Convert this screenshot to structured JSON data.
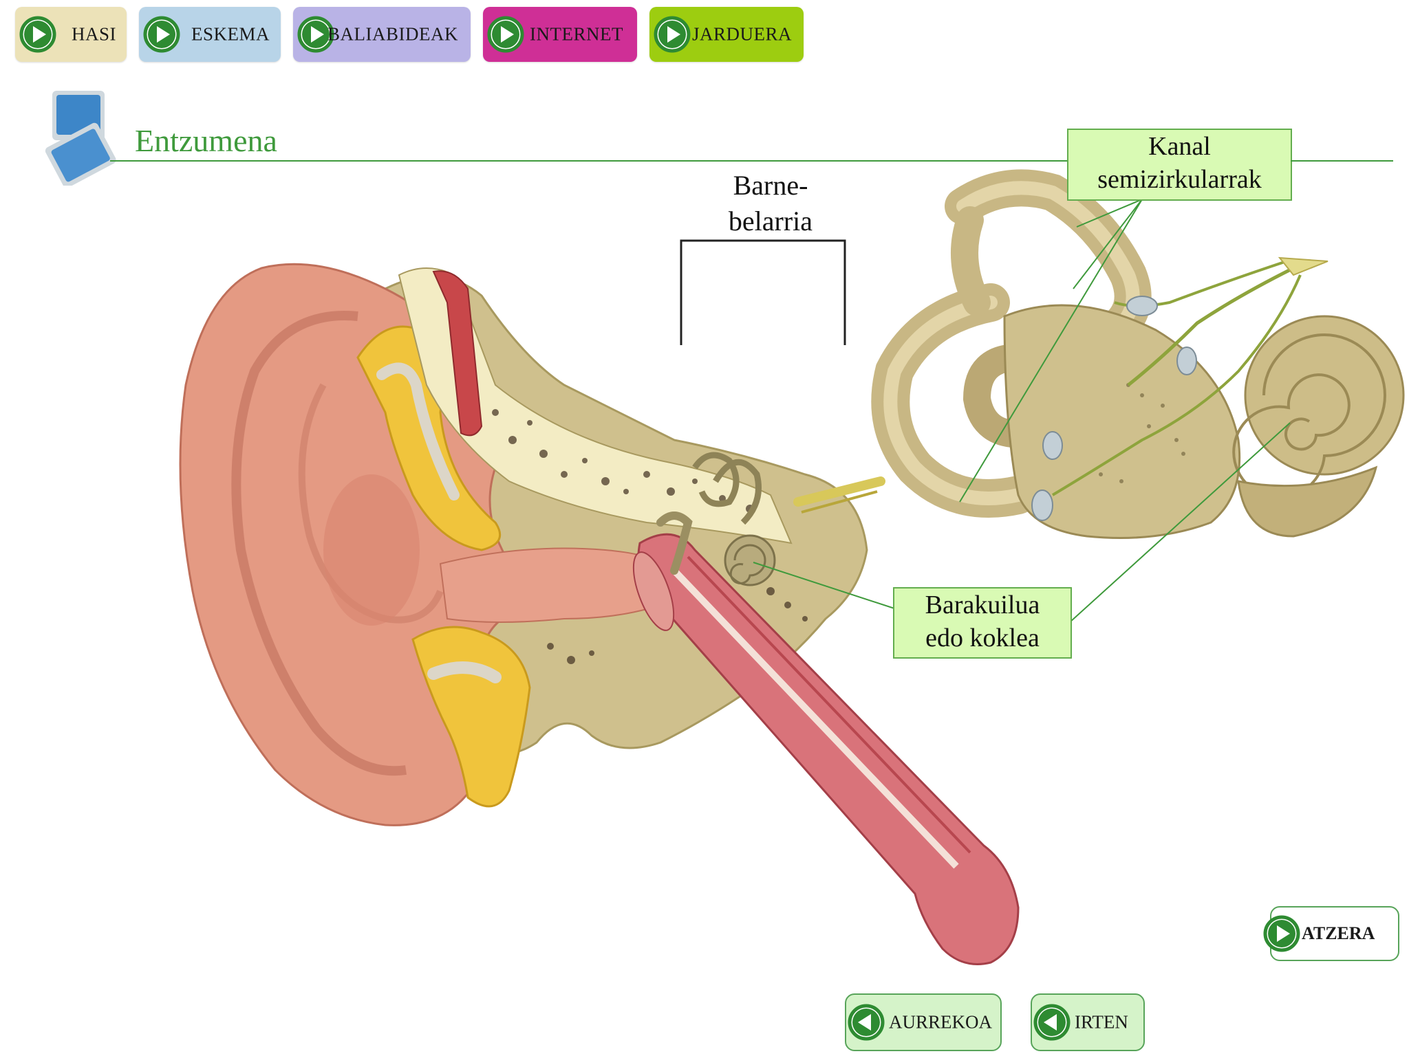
{
  "nav": {
    "items": [
      {
        "label": "HASI",
        "color": "#ece2b8"
      },
      {
        "label": "ESKEMA",
        "color": "#b8d4e8"
      },
      {
        "label": "BALIABIDEAK",
        "color": "#b9b3e6"
      },
      {
        "label": "INTERNET",
        "color": "#cf2f96"
      },
      {
        "label": "JARDUERA",
        "color": "#9dcd10"
      }
    ],
    "icon": "play-circle-icon"
  },
  "page": {
    "title": "Entzumena",
    "accent": "#3f9a3c"
  },
  "diagram": {
    "labels": {
      "inner_ear_line1": "Barne-",
      "inner_ear_line2": "belarria",
      "canals_line1": "Kanal",
      "canals_line2": "semizirkularrak",
      "cochlea_line1": "Barakuilua",
      "cochlea_line2": "edo koklea"
    }
  },
  "buttons": {
    "back_label": "ATZERA",
    "prev_label": "AURREKOA",
    "exit_label": "IRTEN",
    "green": "#3e9a3c"
  }
}
